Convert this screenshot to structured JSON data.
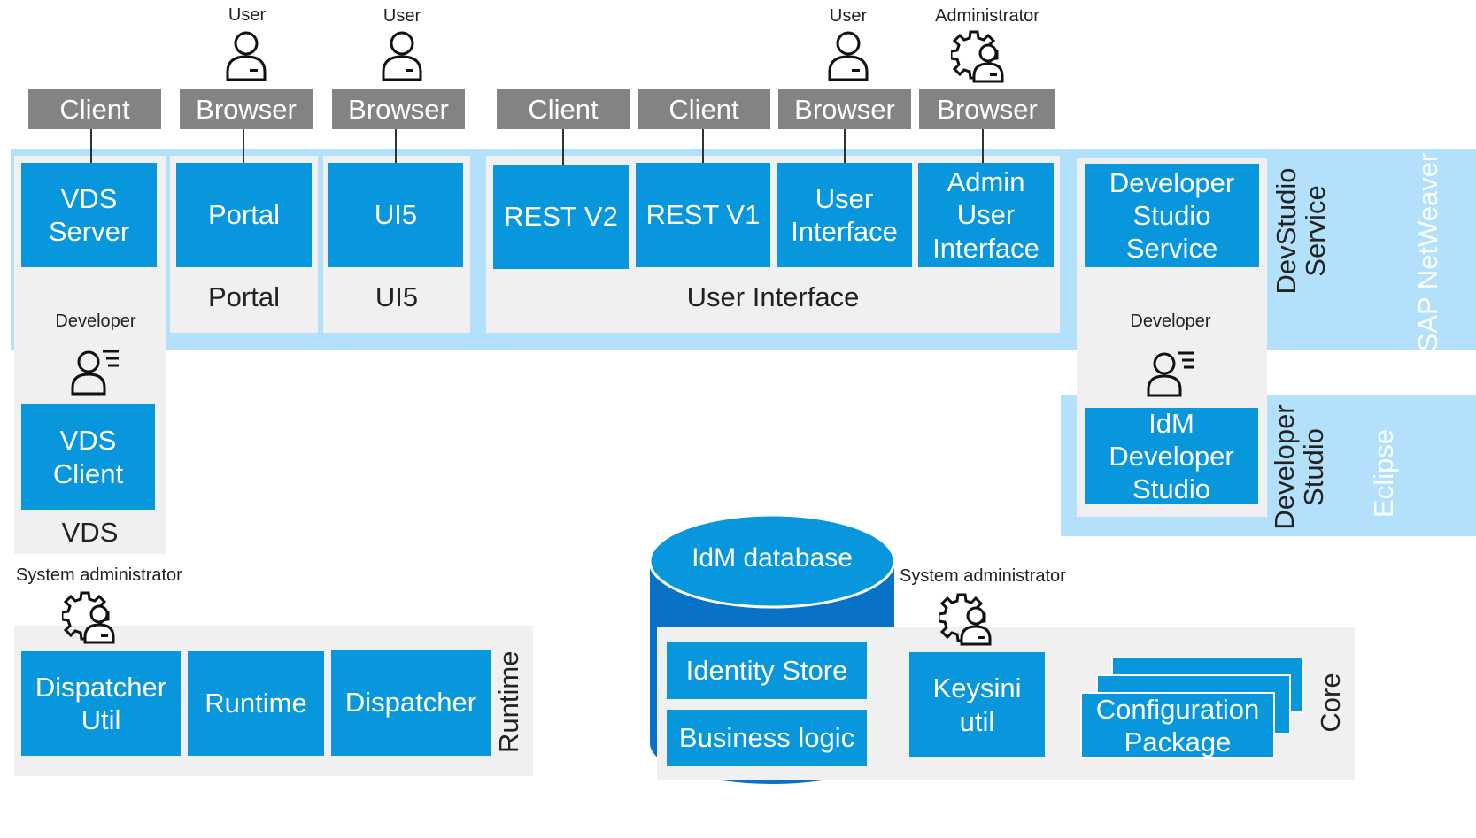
{
  "roles": {
    "user": "User",
    "administrator": "Administrator",
    "developer": "Developer",
    "system_administrator": "System administrator"
  },
  "endpoints": {
    "client": "Client",
    "browser": "Browser"
  },
  "components": {
    "vds_server": "VDS\nServer",
    "portal": "Portal",
    "ui5": "UI5",
    "rest_v2": "REST V2",
    "rest_v1": "REST V1",
    "user_interface": "User\nInterface",
    "admin_user_interface": "Admin\nUser\nInterface",
    "developer_studio_service": "Developer\nStudio\nService",
    "vds_client": "VDS\nClient",
    "idm_developer_studio": "IdM\nDeveloper\nStudio",
    "dispatcher_util": "Dispatcher\nUtil",
    "runtime": "Runtime",
    "dispatcher": "Dispatcher",
    "idm_database": "IdM database",
    "identity_store": "Identity Store",
    "business_logic": "Business logic",
    "keysini_util": "Keysini\nutil",
    "configuration_package": "Configuration\nPackage"
  },
  "groups": {
    "portal": "Portal",
    "ui5": "UI5",
    "user_interface": "User Interface",
    "vds": "VDS",
    "devstudio_service": "DevStudio\nService",
    "developer_studio": "Developer\nStudio",
    "runtime": "Runtime",
    "core": "Core"
  },
  "platforms": {
    "sap_netweaver": "SAP NetWeaver",
    "eclipse": "Eclipse"
  },
  "colors": {
    "component_blue": "#0896dc",
    "band_light_blue": "#b3e1fb",
    "panel_gray": "#f0f0f0",
    "endpoint_gray": "#838383",
    "database_blue": "#0a72c6"
  },
  "icons": [
    "user-icon",
    "administrator-icon",
    "developer-icon",
    "system-administrator-icon"
  ]
}
